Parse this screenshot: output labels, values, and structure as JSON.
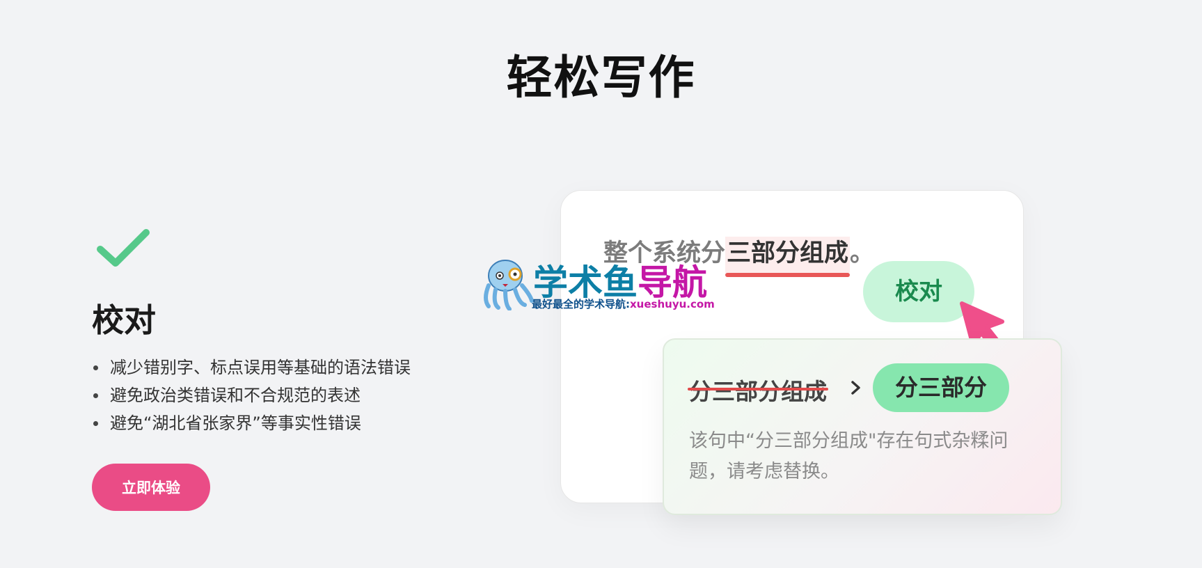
{
  "page_title": "轻松写作",
  "feature": {
    "title": "校对",
    "items": [
      "减少错别字、标点误用等基础的语法错误",
      "避免政治类错误和不合规范的表述",
      "避免“湖北省张家界”等事实性错误"
    ],
    "cta_label": "立即体验"
  },
  "demo": {
    "sentence_prefix": "整个系统分",
    "sentence_highlight": "三部分组成",
    "sentence_suffix": "。",
    "action_chip": "校对",
    "suggestion": {
      "original": "分三部分组成",
      "replacement": "分三部分",
      "explanation": "该句中“分三部分组成\"存在句式杂糅问题，请考虑替换。"
    }
  },
  "watermark": {
    "title_part1": "学术鱼",
    "title_part2": "导航",
    "subtitle": "最好最全的学术导航:",
    "url": "xueshuyu.com"
  },
  "colors": {
    "accent_pink": "#ea4c86",
    "check_green": "#56c98a",
    "chip_green": "#c8f5da",
    "strike_red": "#e24a4a"
  },
  "icons": {
    "check": "check-icon",
    "cursor": "cursor-arrow-icon",
    "arrow": "chevron-right-icon"
  }
}
